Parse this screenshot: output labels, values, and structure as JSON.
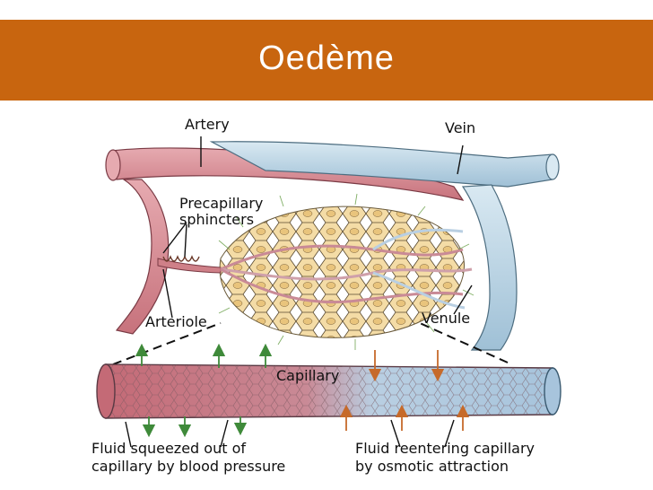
{
  "slide": {
    "title": "Oedème",
    "title_bar_color": "#c8650f"
  },
  "diagram": {
    "labels": {
      "artery": "Artery",
      "vein": "Vein",
      "precapillary_line1": "Precapillary",
      "precapillary_line2": "sphincters",
      "arteriole": "Arteriole",
      "venule": "Venule",
      "capillary": "Capillary",
      "left_caption_line1": "Fluid squeezed out of",
      "left_caption_line2": "capillary by blood pressure",
      "right_caption_line1": "Fluid reentering capillary",
      "right_caption_line2": "by osmotic attraction"
    },
    "colors": {
      "artery": "#d98c92",
      "vein": "#bcd6e4",
      "tissue": "#f2d79a",
      "capillary_red": "#c9747f",
      "capillary_blue": "#a9c7de",
      "arrow": "#3f8a3a"
    }
  }
}
